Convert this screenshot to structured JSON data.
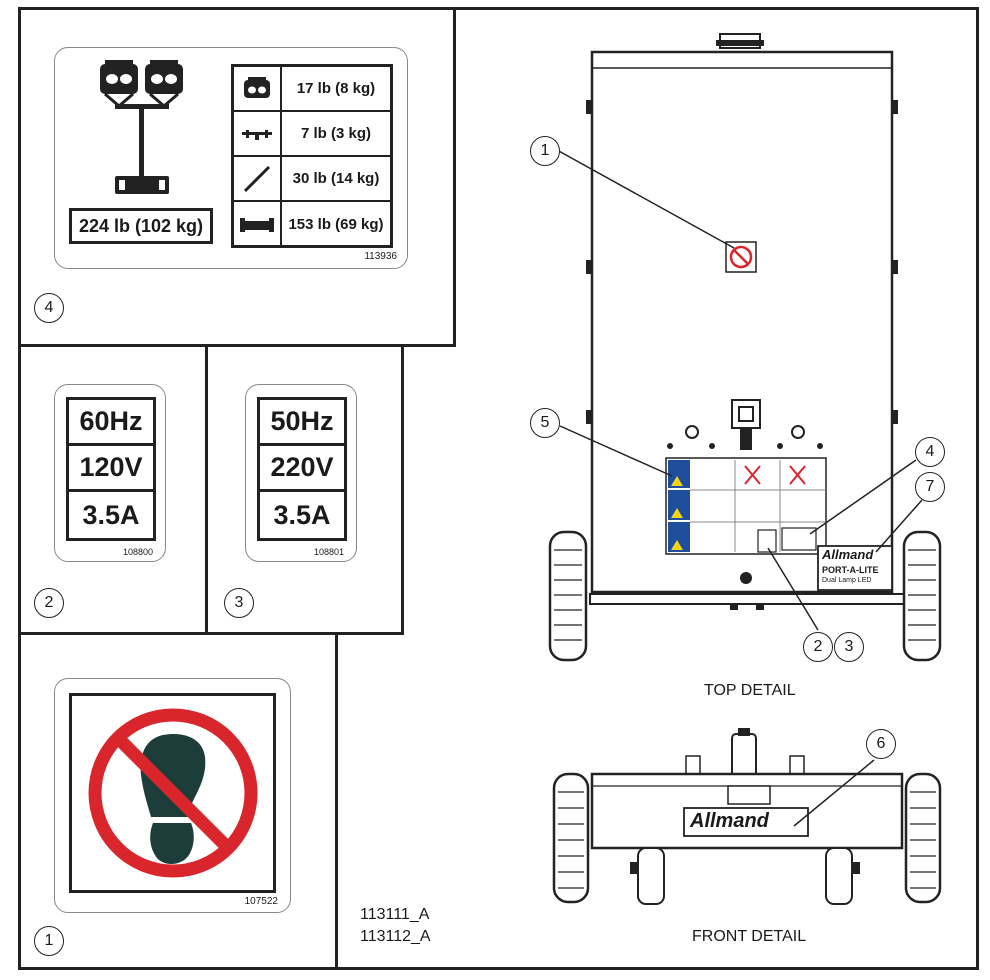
{
  "decal_weights": {
    "total": "224 lb (102 kg)",
    "rows": [
      {
        "icon": "lamp-head-icon",
        "value": "17 lb (8 kg)"
      },
      {
        "icon": "crossbar-icon",
        "value": "7 lb (3 kg)"
      },
      {
        "icon": "mast-pole-icon",
        "value": "30 lb (14 kg)"
      },
      {
        "icon": "base-cart-icon",
        "value": "153 lb (69 kg)"
      }
    ],
    "part_no": "113936",
    "callout": "4"
  },
  "decal_60hz": {
    "lines": [
      "60Hz",
      "120V",
      "3.5A"
    ],
    "part_no": "108800",
    "callout": "2"
  },
  "decal_50hz": {
    "lines": [
      "50Hz",
      "220V",
      "3.5A"
    ],
    "part_no": "108801",
    "callout": "3"
  },
  "decal_no_step": {
    "part_no": "107522",
    "callout": "1",
    "icon": "no-step-icon"
  },
  "drawing_numbers": [
    "113111_A",
    "113112_A"
  ],
  "top_detail": {
    "label": "TOP DETAIL",
    "callouts": [
      "1",
      "5",
      "4",
      "7",
      "2",
      "3"
    ],
    "brand": "Allmand",
    "product": "PORT-A-LITE",
    "product_sub": "Dual Lamp LED"
  },
  "front_detail": {
    "label": "FRONT DETAIL",
    "callouts": [
      "6"
    ],
    "brand": "Allmand"
  },
  "colors": {
    "line": "#222222",
    "prohibit_red": "#d9262c",
    "warning_blue": "#1f4e9c",
    "warning_yellow": "#f3d21c"
  }
}
